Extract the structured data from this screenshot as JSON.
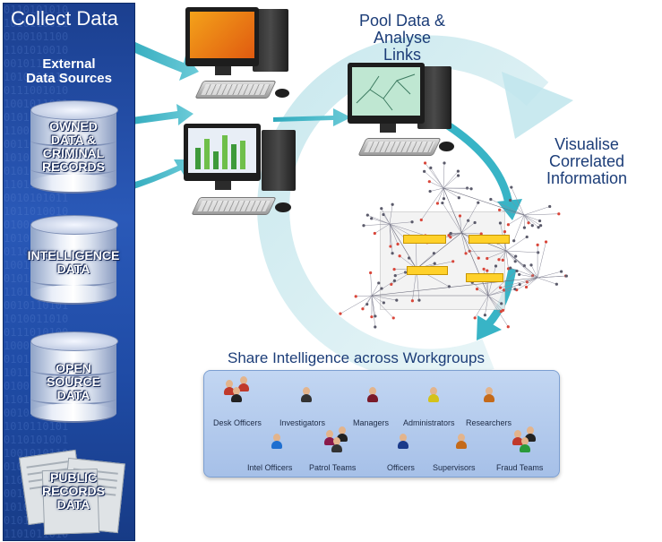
{
  "left_panel": {
    "title": "Collect Data",
    "subtitle_line1": "External",
    "subtitle_line2": "Data Sources",
    "sources": [
      {
        "label_line1": "OWNED",
        "label_line2": "DATA &",
        "label_line3": "CRIMINAL",
        "label_line4": "RECORDS",
        "icon": "database-icon"
      },
      {
        "label_line1": "INTELLIGENCE",
        "label_line2": "DATA",
        "icon": "database-icon"
      },
      {
        "label_line1": "OPEN",
        "label_line2": "SOURCE",
        "label_line3": "DATA",
        "icon": "database-icon"
      },
      {
        "label_line1": "PUBLIC",
        "label_line2": "RECORDS",
        "label_line3": "DATA",
        "icon": "newspaper-icon"
      }
    ]
  },
  "steps": {
    "pool_line1": "Pool Data &",
    "pool_line2": "Analyse Links",
    "visualise_line1": "Visualise",
    "visualise_line2": "Correlated",
    "visualise_line3": "Information",
    "share": "Share Intelligence across Workgroups"
  },
  "workgroups": {
    "row1": [
      "Desk Officers",
      "Investigators",
      "Managers",
      "Administrators",
      "Researchers"
    ],
    "row2": [
      "Intel Officers",
      "Patrol Teams",
      "Officers",
      "Supervisors",
      "Fraud Teams"
    ]
  },
  "colors": {
    "panel_blue": "#2a59b8",
    "arrow_teal": "#3fb7c8",
    "cycle_light": "#cde9ee",
    "heading_navy": "#1c3d78",
    "tag_yellow": "#ffd12a"
  }
}
